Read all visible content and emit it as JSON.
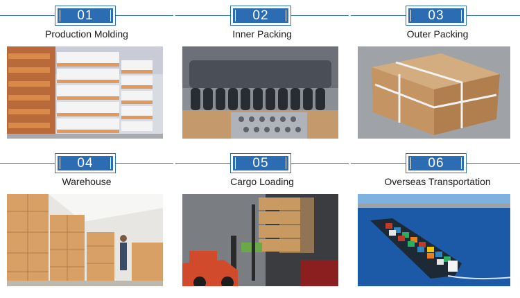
{
  "steps": [
    {
      "number": "01",
      "title": "Production Molding"
    },
    {
      "number": "02",
      "title": "Inner Packing"
    },
    {
      "number": "03",
      "title": "Outer Packing"
    },
    {
      "number": "04",
      "title": "Warehouse"
    },
    {
      "number": "05",
      "title": "Cargo Loading"
    },
    {
      "number": "06",
      "title": "Overseas Transportation"
    }
  ],
  "colors": {
    "accent": "#2c6cb3",
    "label_text": "#1a1a1a"
  }
}
